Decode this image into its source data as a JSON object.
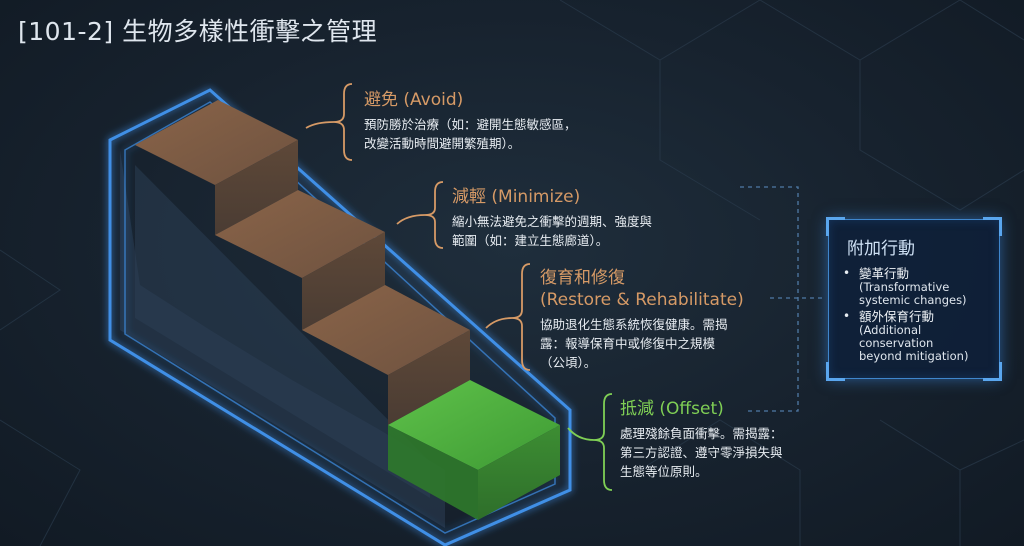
{
  "title": "[101-2] 生物多樣性衝擊之管理",
  "steps": [
    {
      "heading": "避免 (Avoid)",
      "lines": [
        "預防勝於治療（如：避開生態敏感區，",
        "改變活動時間避開繁殖期）。"
      ]
    },
    {
      "heading": "減輕 (Minimize)",
      "lines": [
        "縮小無法避免之衝擊的週期、強度與",
        "範圍（如：建立生態廊道）。"
      ]
    },
    {
      "heading_lines": [
        "復育和修復",
        "(Restore & Rehabilitate)"
      ],
      "lines": [
        "協助退化生態系統恢復健康。需揭",
        "露：報導保育中或修復中之規模",
        "（公頃）。"
      ]
    },
    {
      "heading": "抵減 (Offset)",
      "lines": [
        "處理殘餘負面衝擊。需揭露：",
        "第三方認證、遵守零淨損失與",
        "生態等位原則。"
      ]
    }
  ],
  "panel": {
    "title": "附加行動",
    "items": [
      {
        "bullet": "•",
        "label": "變革行動",
        "sub": [
          "(Transformative",
          "systemic changes)"
        ]
      },
      {
        "bullet": "•",
        "label": "額外保育行動",
        "sub": [
          "(Additional",
          "conservation",
          "beyond mitigation)"
        ]
      }
    ]
  },
  "colors": {
    "background": "#17222e",
    "heading_orange": "#d69a66",
    "heading_green": "#7fcf55",
    "glow_blue": "#3f8fe6",
    "panel_border": "#3f86cc"
  }
}
